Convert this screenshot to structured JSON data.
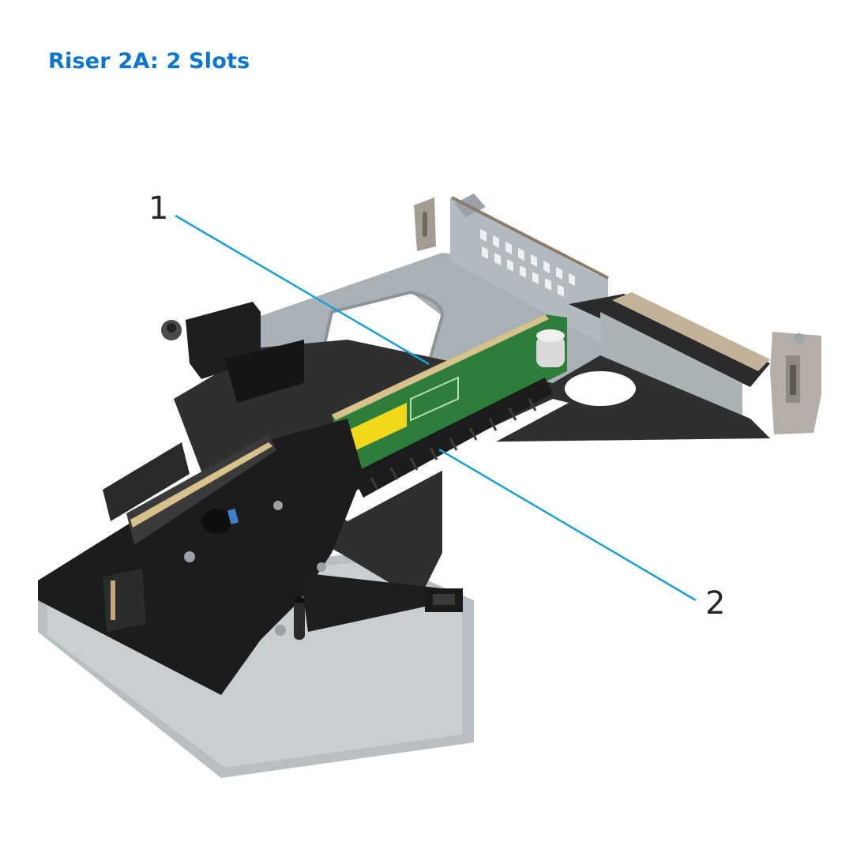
{
  "title": "Riser 2A: 2 Slots",
  "figure": {
    "description": "Riser 2A assembly with two PCIe expansion slots",
    "callouts": [
      {
        "number": "1",
        "target": "expansion-card-slot-1 (upper riser board edge)"
      },
      {
        "number": "2",
        "target": "expansion-card-slot-2 (PCIe x16 connector)"
      }
    ]
  },
  "colors": {
    "title": "#0a76d0",
    "callout_line": "#1a9fd6",
    "callout_text": "#262626",
    "bracket_metal": "#a9b1b6",
    "pcb_green": "#2e7d3a",
    "plastic_black": "#1c1c1c",
    "mylar_dark": "#2f2f2f",
    "label_yellow": "#f2d81a"
  }
}
